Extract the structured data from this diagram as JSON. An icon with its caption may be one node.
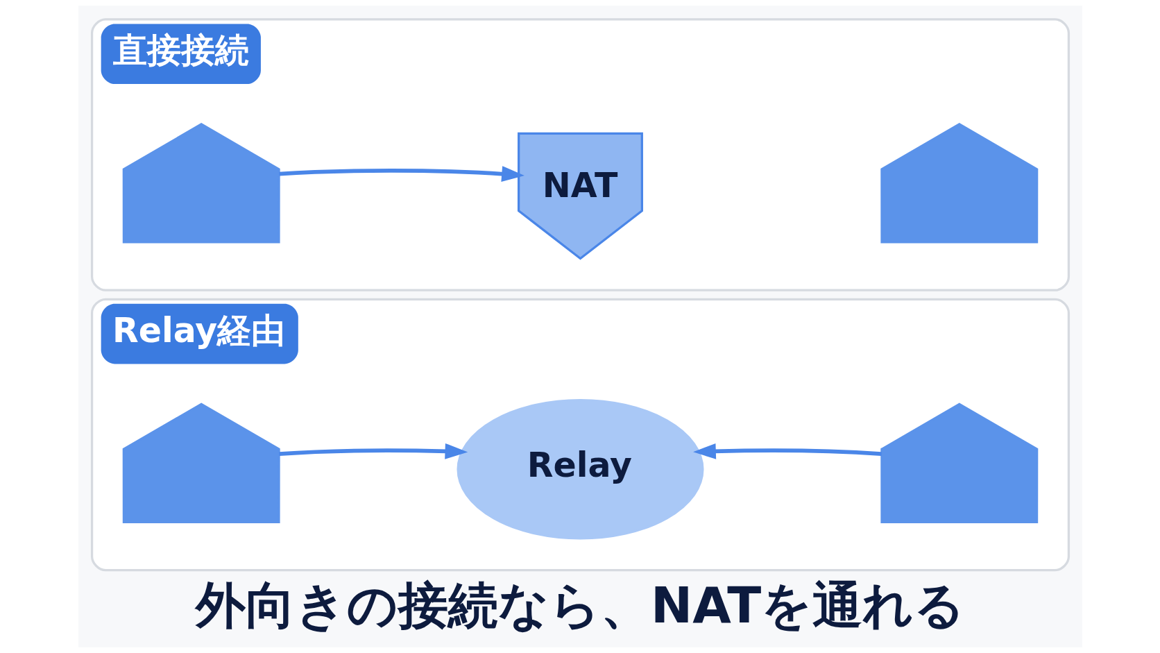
{
  "diagram": {
    "caption": "外向きの接続なら、NATを通れる",
    "nodes": [
      {
        "text": [
          "直接接続"
        ]
      },
      {
        "text": [],
        "shape": "house",
        "in": 0
      },
      {
        "text": [
          "NAT"
        ],
        "in": 0
      },
      {
        "text": [],
        "shape": "house",
        "in": 0
      },
      {
        "text": [
          "Relay経由"
        ]
      },
      {
        "text": [],
        "shape": "house",
        "in": 4
      },
      {
        "text": [
          "Relay"
        ],
        "in": 4
      },
      {
        "text": [],
        "shape": "house",
        "in": 4
      }
    ],
    "edges": [
      {
        "from": 1,
        "to": 2,
        "arrow": "to"
      },
      {
        "from": 5,
        "to": 6,
        "arrow": "to"
      },
      {
        "from": 7,
        "to": 6,
        "arrow": "to"
      }
    ]
  }
}
